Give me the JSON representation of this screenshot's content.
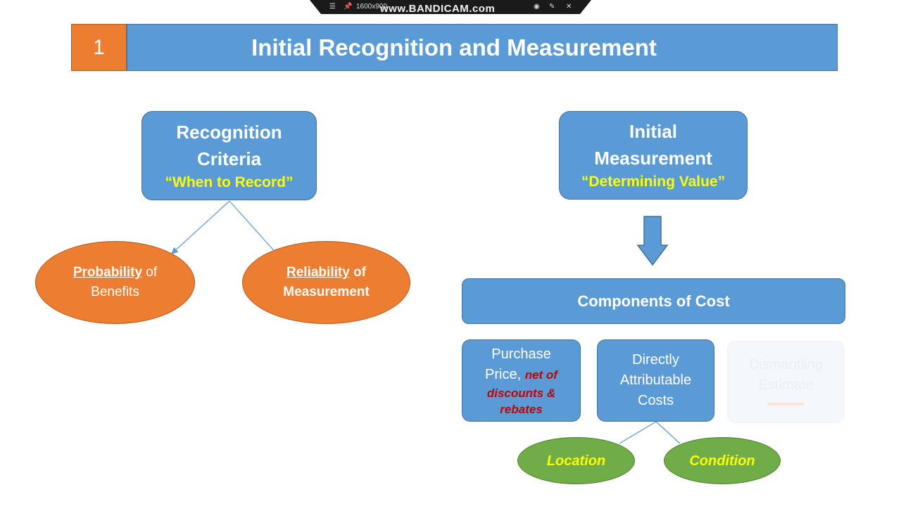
{
  "recorder": {
    "resolution": "1600x900",
    "watermark": "www.BANDICAM.com"
  },
  "slide": {
    "number": "1",
    "title": "Initial Recognition and Measurement"
  },
  "recognition": {
    "title_line1": "Recognition",
    "title_line2": "Criteria",
    "subtitle": "“When to Record”",
    "probability_keyword": "Probability",
    "probability_rest": " of",
    "probability_line2": "Benefits",
    "reliability_keyword": "Reliability",
    "reliability_rest": " of",
    "reliability_line2": "Measurement"
  },
  "measurement": {
    "title_line1": "Initial",
    "title_line2": "Measurement",
    "subtitle": "“Determining Value”",
    "components_title": "Components of Cost",
    "purchase_line1": "Purchase",
    "purchase_line2": "Price,",
    "purchase_note1": "net of",
    "purchase_note2": "discounts &",
    "purchase_note3": "rebates",
    "direct_line1": "Directly",
    "direct_line2": "Attributable",
    "direct_line3": "Costs",
    "dismantling_line1": "Dismantling",
    "dismantling_line2": "Estimate",
    "location": "Location",
    "condition": "Condition"
  },
  "colors": {
    "blue": "#5b9bd5",
    "orange": "#ed7d31",
    "green": "#70ad47",
    "yellow_text": "#ffff00",
    "red_text": "#c00000"
  }
}
